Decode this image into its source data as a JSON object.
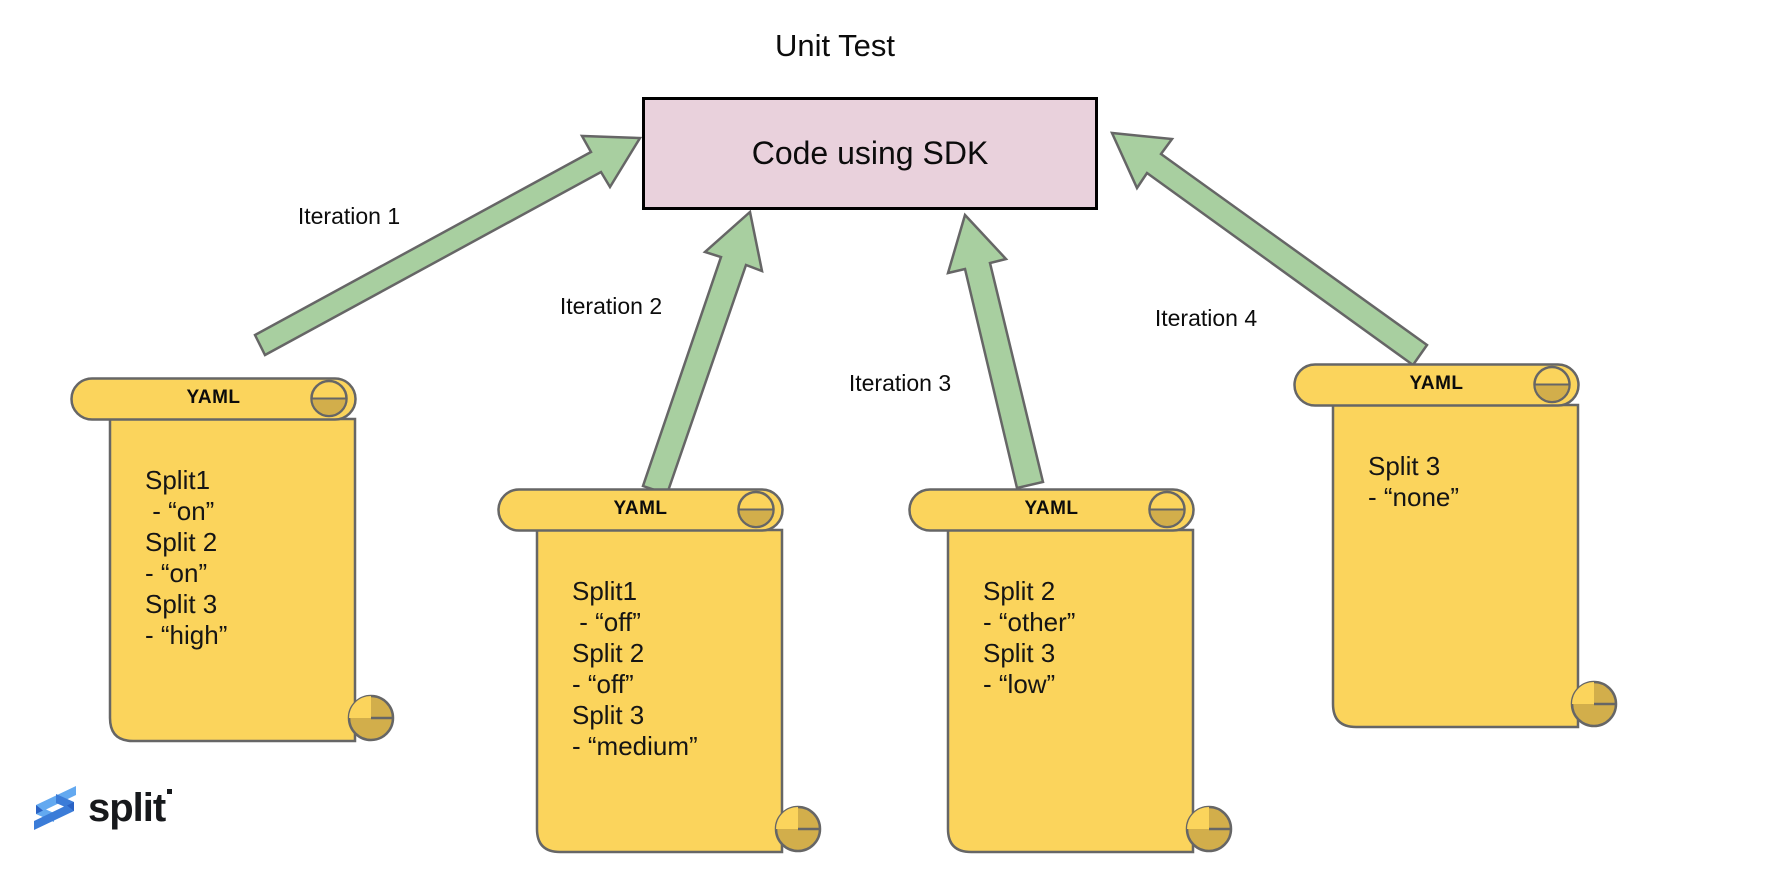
{
  "title": "Unit Test",
  "sdk_box": {
    "label": "Code using SDK"
  },
  "iterations": [
    {
      "label": "Iteration 1"
    },
    {
      "label": "Iteration 2"
    },
    {
      "label": "Iteration 3"
    },
    {
      "label": "Iteration 4"
    }
  ],
  "scrolls": [
    {
      "header": "YAML",
      "lines": [
        "Split1",
        " - “on”",
        "Split 2",
        "- “on”",
        "Split 3",
        "- “high”"
      ]
    },
    {
      "header": "YAML",
      "lines": [
        "Split1",
        " - “off”",
        "Split 2",
        "- “off”",
        "Split 3",
        "- “medium”"
      ]
    },
    {
      "header": "YAML",
      "lines": [
        "Split 2",
        "- “other”",
        "Split 3",
        "- “low”"
      ]
    },
    {
      "header": "YAML",
      "lines": [
        "Split 3",
        "- “none”"
      ]
    }
  ],
  "logo": {
    "icon": "split-logo-icon",
    "text": "split"
  },
  "colors": {
    "box_fill": "#e9d1dc",
    "box_border": "#000000",
    "arrow_fill": "#a8cfa0",
    "outline_gray": "#666666",
    "scroll_fill": "#fbd45c",
    "scroll_roll_dark": "#d2ae4b",
    "logo_blue_light": "#63a9f0",
    "logo_blue": "#3b7cd8"
  }
}
